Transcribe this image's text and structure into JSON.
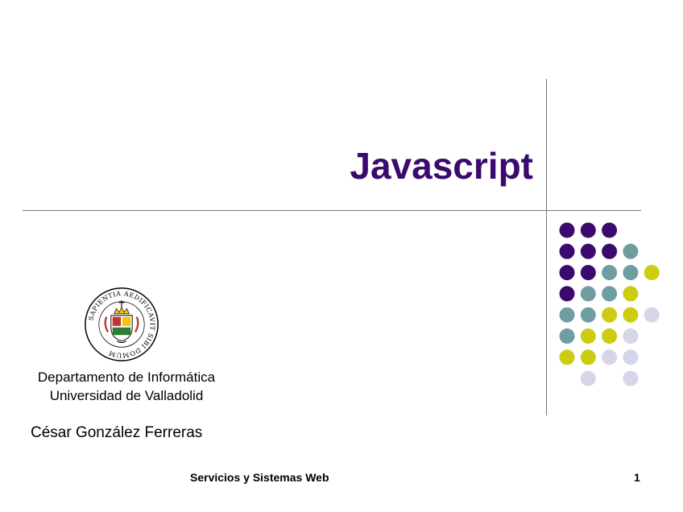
{
  "slide": {
    "title": "Javascript",
    "department_line1": "Departamento de Informática",
    "department_line2": "Universidad de Valladolid",
    "author": "César González Ferreras",
    "footer": "Servicios y Sistemas Web",
    "page_number": "1"
  },
  "seal": {
    "motto": "SAPIENTIA AEDIFICAVIT SIBI DOMUM"
  },
  "colors": {
    "title": "#3b0a6e",
    "dot_purple": "#3b0a6e",
    "dot_teal": "#6f9ea2",
    "dot_olive": "#cccc10",
    "dot_lavender": "#d6d6ea",
    "rule": "#777777"
  },
  "dot_grid": [
    [
      "purple",
      "purple",
      "purple",
      null,
      null
    ],
    [
      "purple",
      "purple",
      "purple",
      "teal",
      null
    ],
    [
      "purple",
      "purple",
      "teal",
      "teal",
      "olive"
    ],
    [
      "purple",
      "teal",
      "teal",
      "olive",
      null
    ],
    [
      "teal",
      "teal",
      "olive",
      "olive",
      "lavender"
    ],
    [
      "teal",
      "olive",
      "olive",
      "lavender",
      null
    ],
    [
      "olive",
      "olive",
      "lavender",
      "lavender",
      null
    ],
    [
      null,
      "lavender",
      null,
      "lavender",
      null
    ]
  ]
}
